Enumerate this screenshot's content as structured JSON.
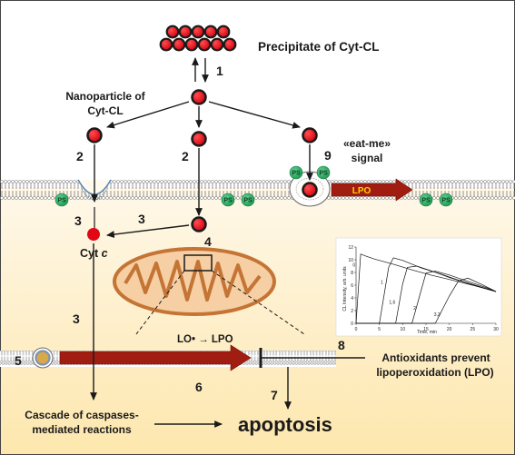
{
  "labels": {
    "precipitate": "Precipitate of Cyt-CL",
    "nanoparticle_line1": "Nanoparticle of",
    "nanoparticle_line2": "Cyt-CL",
    "eat_me_line1": "«eat-me»",
    "eat_me_line2": "signal",
    "cyt_c_prefix": "Cyt ",
    "cyt_c_italic": "c",
    "lpo_membrane": "LPO",
    "lo_radical": "LO• → LPO",
    "antioxidants_line1": "Antioxidants prevent",
    "antioxidants_line2": "lipoperoxidation (LPO)",
    "cascade_line1": "Cascade of caspases-",
    "cascade_line2": "mediated reactions",
    "apoptosis": "apoptosis",
    "ps": "PS"
  },
  "steps": {
    "s1": "1",
    "s2a": "2",
    "s2b": "2",
    "s3a": "3",
    "s3b": "3",
    "s3c": "3",
    "s4": "4",
    "s5": "5",
    "s6": "6",
    "s7": "7",
    "s8": "8",
    "s9": "9"
  },
  "inset_chart": {
    "ylabel": "CL Intensity, arb. units",
    "xlabel": "Time, min",
    "yticks": [
      "0",
      "2",
      "4",
      "6",
      "8",
      "10",
      "12"
    ],
    "xticks": [
      "0",
      "5",
      "10",
      "15",
      "20",
      "25",
      "30"
    ],
    "curve_labels": [
      "0",
      "1",
      "1,6",
      "2",
      "3,2"
    ]
  },
  "chart_data": {
    "type": "line",
    "xlabel": "Time, min",
    "ylabel": "CL Intensity, arb. units",
    "xlim": [
      0,
      30
    ],
    "ylim": [
      0,
      12
    ],
    "series": [
      {
        "name": "0",
        "x": [
          0,
          1,
          2,
          4,
          8,
          12,
          16,
          20,
          25,
          30
        ],
        "y": [
          0,
          10.9,
          10.6,
          10.1,
          9.3,
          8.4,
          7.6,
          6.9,
          6.0,
          5.0
        ]
      },
      {
        "name": "1",
        "x": [
          0,
          5,
          7,
          8,
          10,
          14,
          18,
          22,
          26,
          30
        ],
        "y": [
          0,
          0,
          8.8,
          10.3,
          9.9,
          8.7,
          7.8,
          6.8,
          5.9,
          5.0
        ]
      },
      {
        "name": "1,6",
        "x": [
          0,
          8.5,
          10,
          11,
          13,
          16,
          20,
          24,
          28,
          30
        ],
        "y": [
          0,
          0,
          6.2,
          8.8,
          9.0,
          8.3,
          7.2,
          6.3,
          5.4,
          5.0
        ]
      },
      {
        "name": "2",
        "x": [
          0,
          12,
          14,
          15,
          17,
          20,
          24,
          28,
          30
        ],
        "y": [
          0,
          0,
          5.3,
          7.9,
          8.2,
          7.6,
          6.6,
          5.6,
          5.0
        ]
      },
      {
        "name": "3,2",
        "x": [
          0,
          17,
          20,
          22,
          24,
          27,
          30
        ],
        "y": [
          0,
          0,
          4.3,
          6.7,
          7.1,
          6.1,
          5.0
        ]
      }
    ]
  },
  "colors": {
    "particle": "#e30613",
    "particle_outline": "#1a1a1a",
    "ps_green": "#2dab66",
    "lpo_arrow": "#a11d11",
    "mito_fill": "#f6cfa4",
    "mito_outline": "#c47434",
    "cytoplasm_top": "#fffaf0",
    "cytoplasm_bottom": "#fde8b0"
  }
}
